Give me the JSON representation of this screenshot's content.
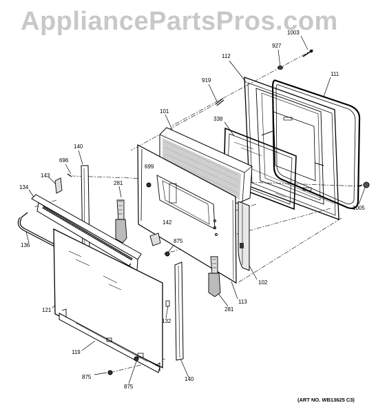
{
  "watermark": "AppliancePartsPros.com",
  "art_number": "(ART NO. WB13625 C3)",
  "callouts": {
    "c1003": "1003",
    "c927": "927",
    "c112": "112",
    "c111": "111",
    "c919": "919",
    "c101": "101",
    "c338": "338",
    "c140a": "140",
    "c696": "696",
    "c699": "699",
    "c143": "143",
    "c134": "134",
    "c281a": "281",
    "c142": "142",
    "c875a": "875",
    "c136": "136",
    "c1005": "1005",
    "c102": "102",
    "c113": "113",
    "c281b": "281",
    "c121": "121",
    "c132": "132",
    "c119": "119",
    "c875b": "875",
    "c875c": "875",
    "c140b": "140"
  }
}
